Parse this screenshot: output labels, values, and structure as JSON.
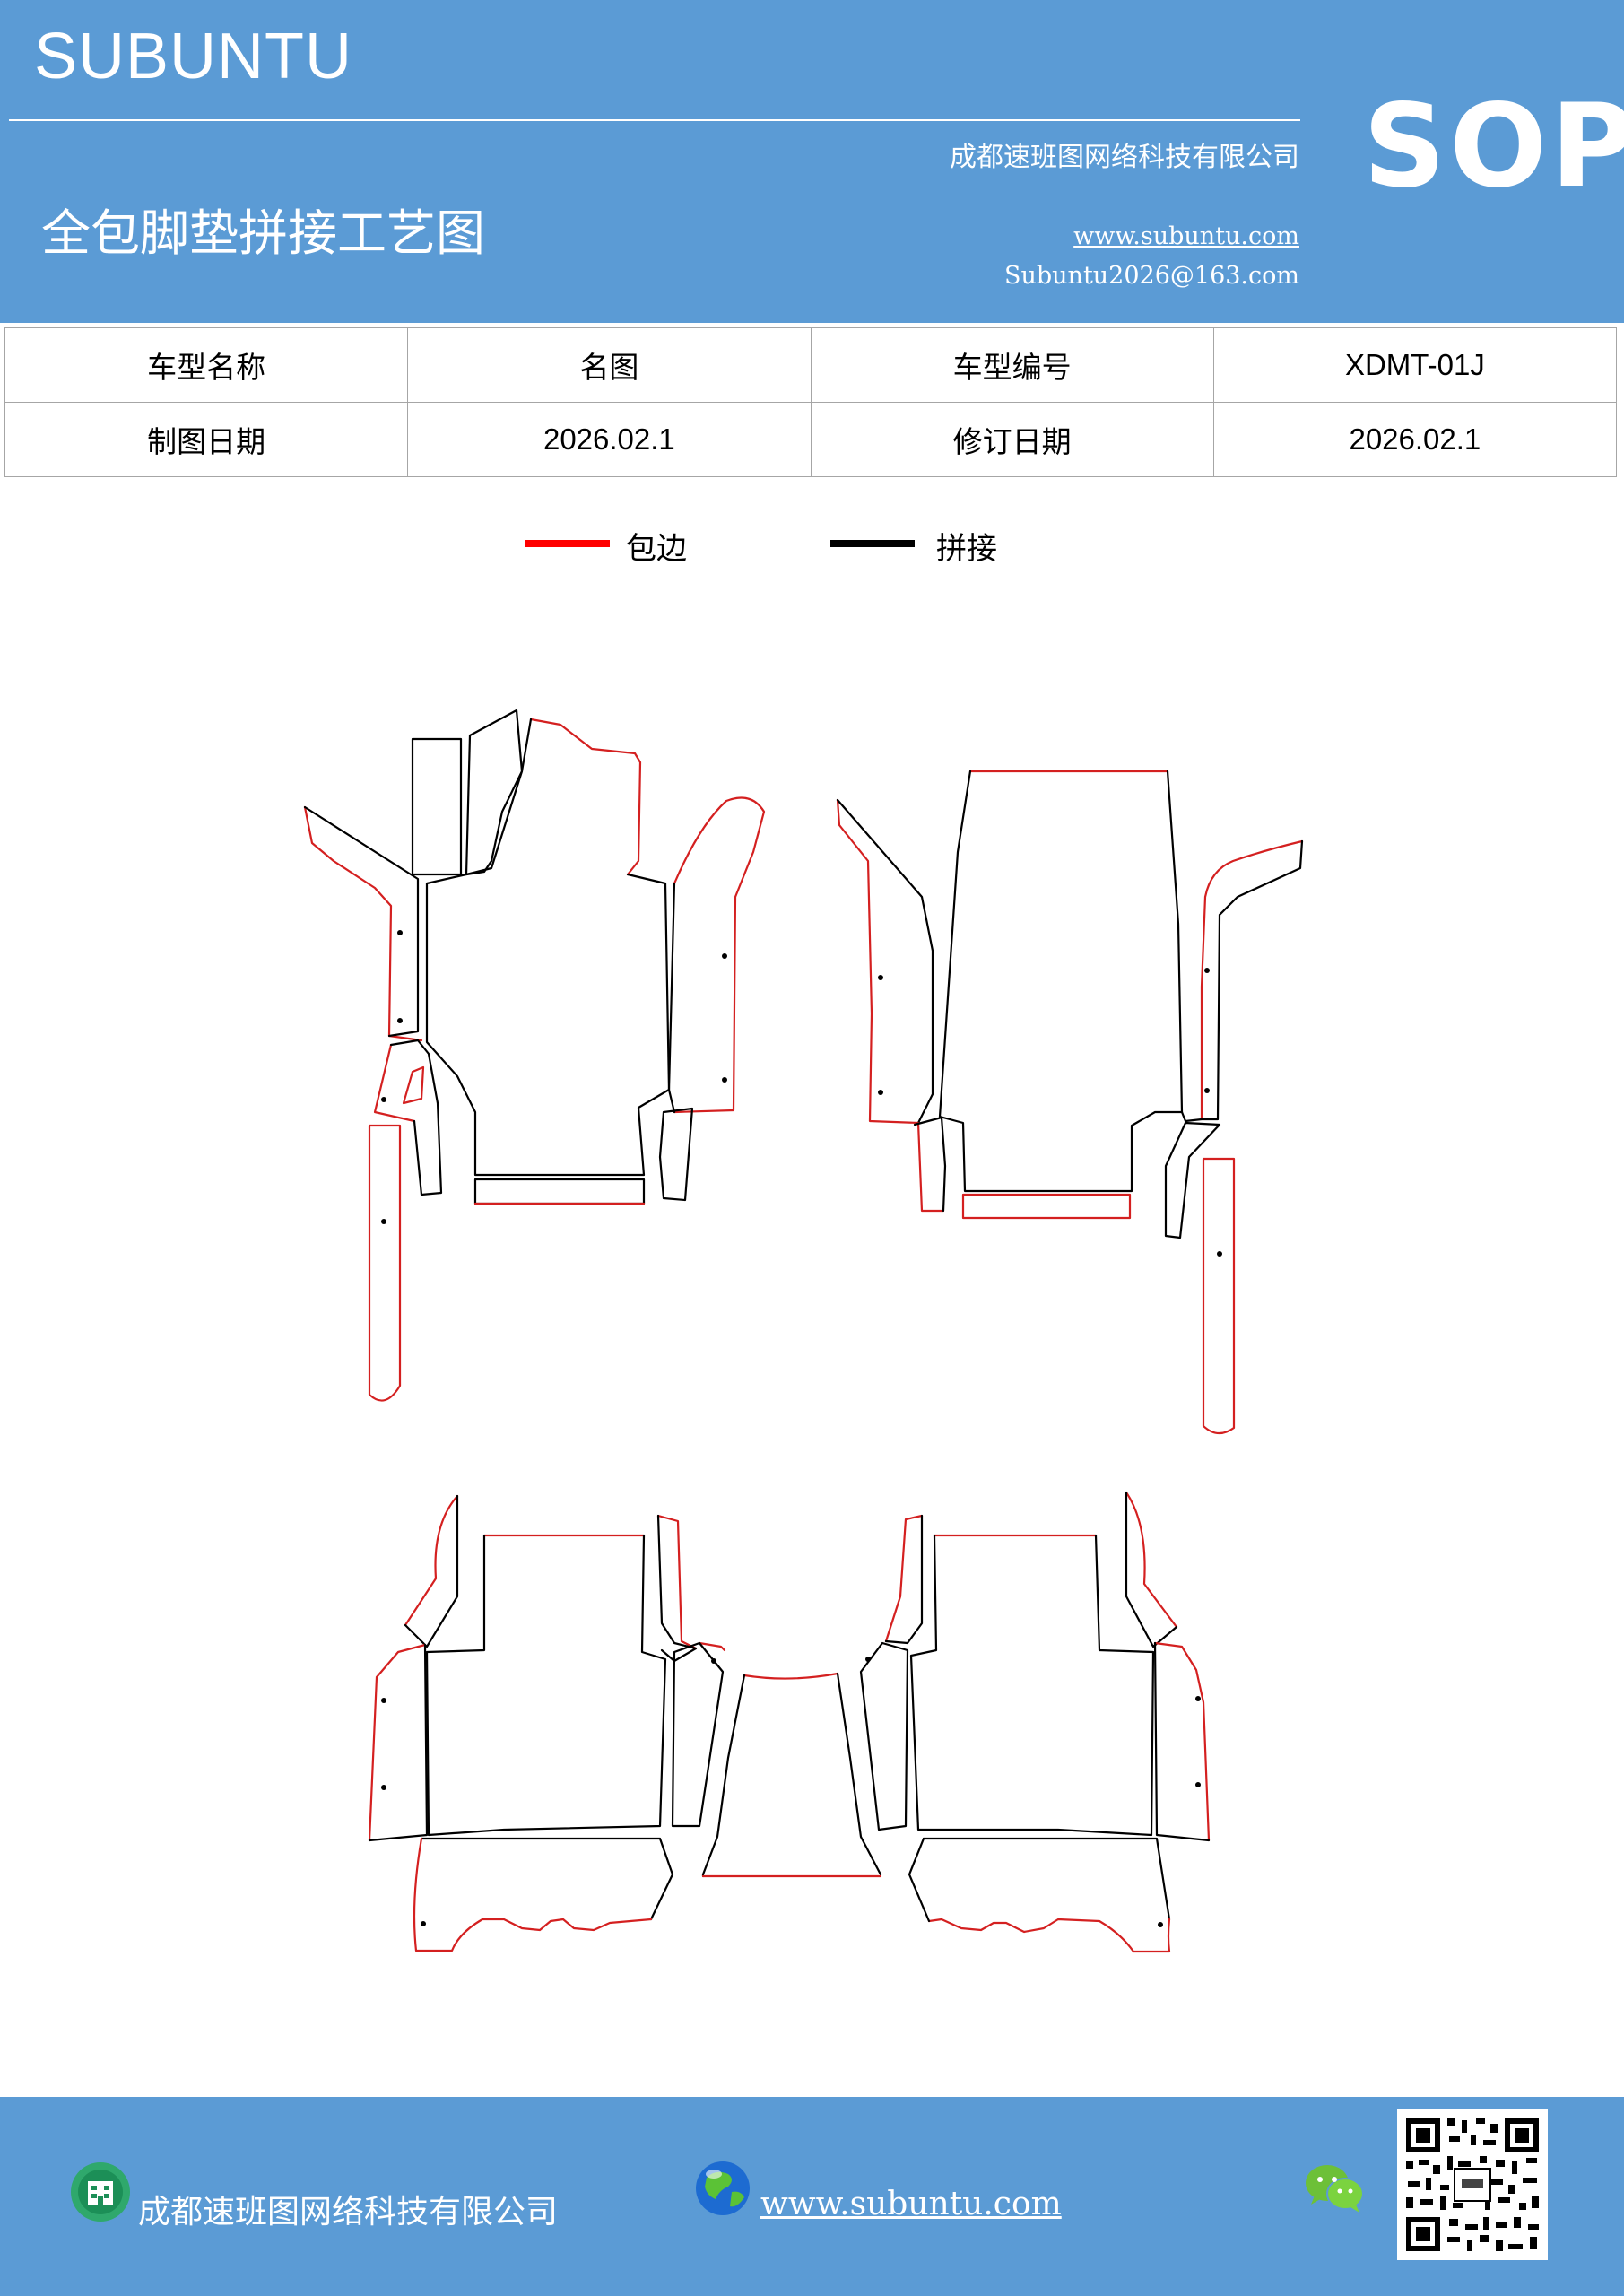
{
  "header": {
    "brand": "SUBUNTU",
    "company": "成都速班图网络科技有限公司",
    "title": "全包脚垫拼接工艺图",
    "website": "www.subuntu.com",
    "email": "Subuntu2026@163.com",
    "badge": "SOP"
  },
  "info_table": {
    "rows": [
      [
        "车型名称",
        "名图",
        "车型编号",
        "XDMT-01J"
      ],
      [
        "制图日期",
        "2026.02.1",
        "修订日期",
        "2026.02.1"
      ]
    ]
  },
  "legend": {
    "items": [
      {
        "label": "包边",
        "color": "#ff0000"
      },
      {
        "label": "拼接",
        "color": "#000000"
      }
    ]
  },
  "diagram": {
    "edge_color": "#d42020",
    "seam_color": "#000000"
  },
  "footer": {
    "company": "成都速班图网络科技有限公司",
    "website": "www.subuntu.com",
    "icons": [
      "building-icon",
      "globe-icon",
      "wechat-icon",
      "qr-code"
    ]
  },
  "colors": {
    "header_bg": "#5b9bd5",
    "footer_bg": "#5b9bd5",
    "text_on_header": "#ffffff"
  }
}
